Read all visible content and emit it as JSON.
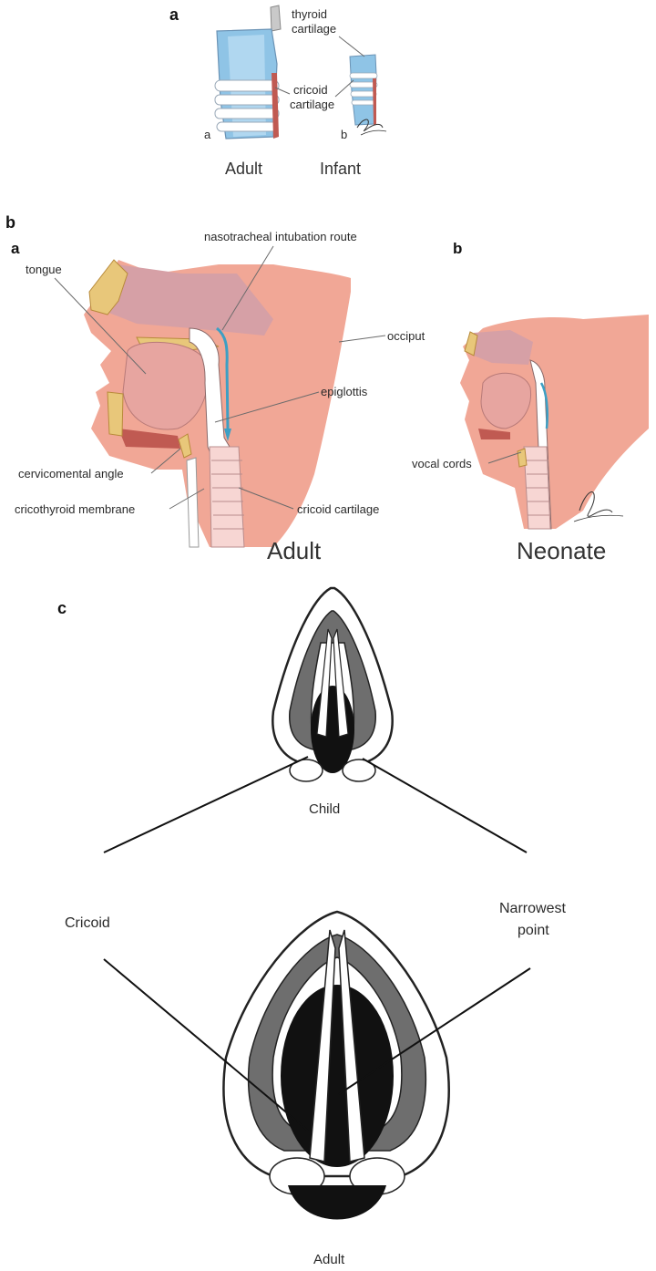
{
  "panels": {
    "a": {
      "letter": "a",
      "sub_left": "a",
      "sub_right": "b",
      "thyroid_label_1": "thyroid",
      "thyroid_label_2": "cartilage",
      "cricoid_label_1": "cricoid",
      "cricoid_label_2": "cartilage",
      "caption_adult": "Adult",
      "caption_infant": "Infant"
    },
    "b": {
      "letter": "b",
      "sub_left": "a",
      "sub_right": "b",
      "labels": {
        "nasotracheal": "nasotracheal intubation route",
        "tongue": "tongue",
        "occiput": "occiput",
        "epiglottis": "epiglottis",
        "cervicomental": "cervicomental angle",
        "cricothyroid": "cricothyroid membrane",
        "cricoid": "cricoid cartilage",
        "vocal_cords": "vocal cords"
      },
      "caption_adult": "Adult",
      "caption_neonate": "Neonate"
    },
    "c": {
      "letter": "c",
      "child": "Child",
      "cricoid": "Cricoid",
      "narrowest_1": "Narrowest",
      "narrowest_2": "point",
      "adult": "Adult"
    }
  },
  "colors": {
    "skin": "#f1a796",
    "mauve": "#d6a0a6",
    "bone": "#e8c77a",
    "airway_blue": "#7fb6df",
    "tube_blue": "#3d9fc4",
    "muscle": "#c05a52"
  }
}
